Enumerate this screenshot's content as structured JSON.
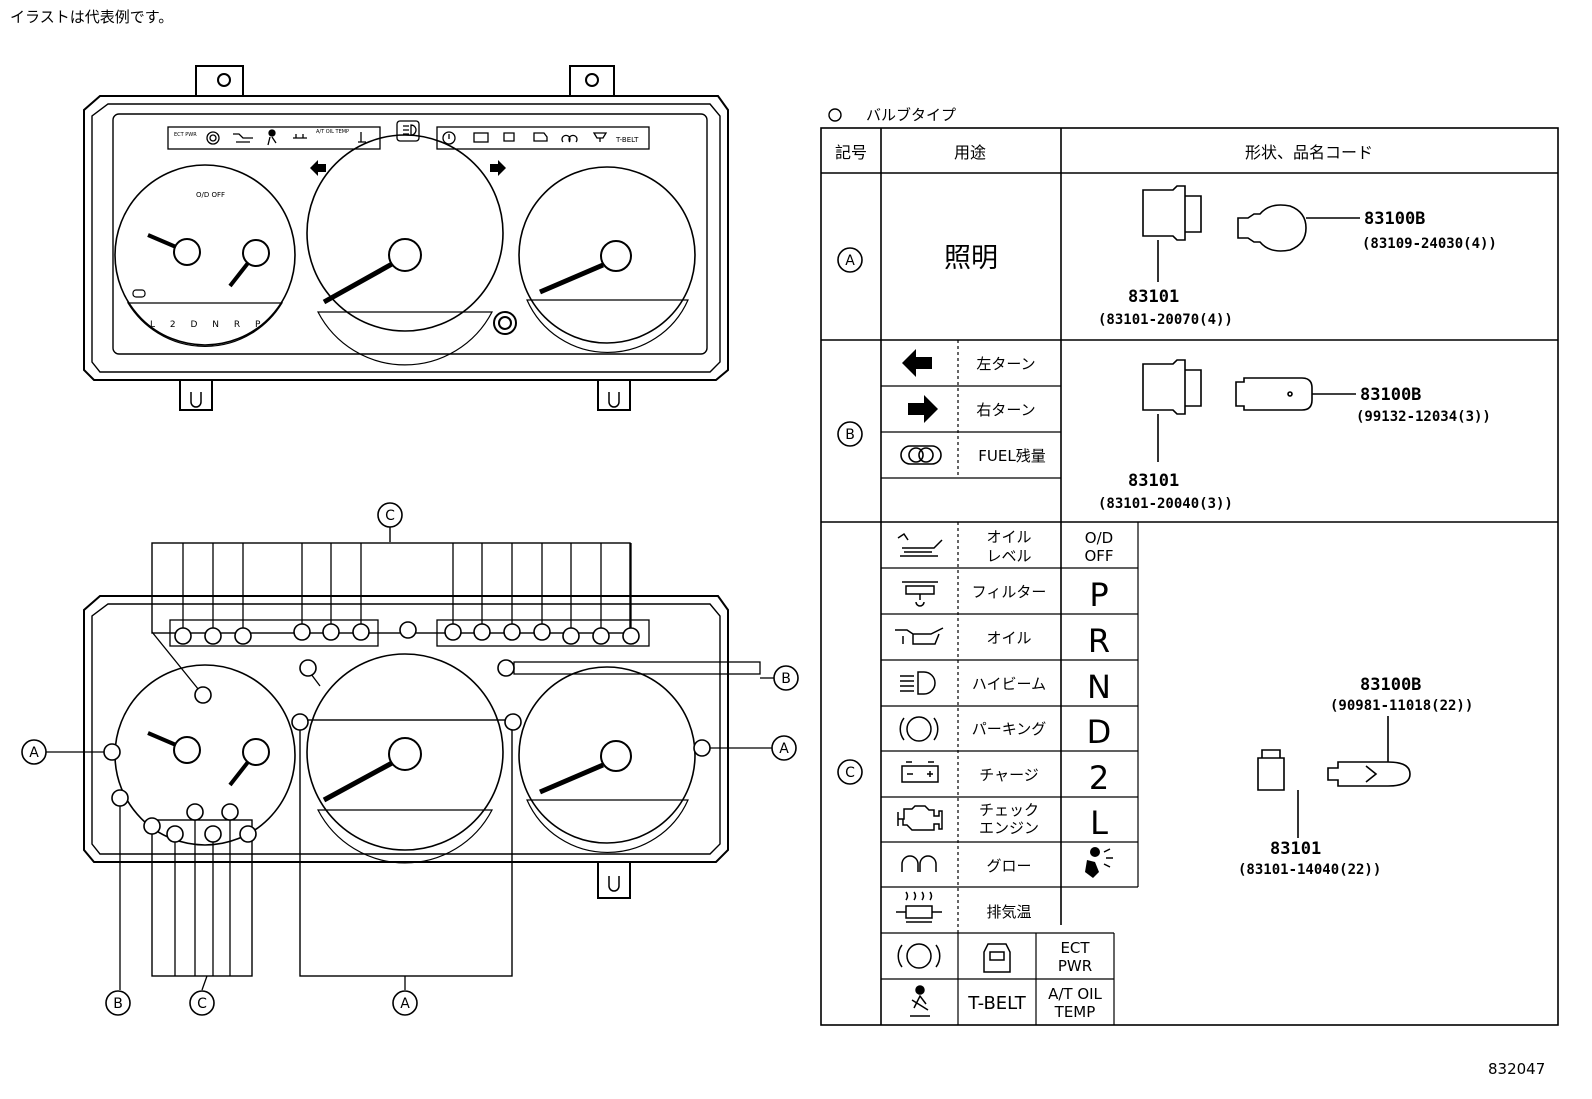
{
  "note": "イラストは代表例です。",
  "figure_number": "832047",
  "cluster": {
    "indicator_strip_left": [
      "ECT PWR",
      "A/T OIL TEMP"
    ],
    "indicator_strip_right": "T-BELT",
    "od_label": "O/D OFF",
    "shift_positions": "L 2 D N R P",
    "callouts": {
      "a": "A",
      "b": "B",
      "c": "C"
    }
  },
  "table": {
    "legend": "バルブタイプ",
    "headers": {
      "symbol": "記号",
      "use": "用途",
      "shape": "形状、品名コード"
    },
    "rows": [
      {
        "symbol": "A",
        "use": "照明",
        "bulb_code": "83100B",
        "bulb_sub": "(83109-24030(4))",
        "socket_code": "83101",
        "socket_sub": "(83101-20070(4))"
      },
      {
        "symbol": "B",
        "uses": [
          "左ターン",
          "右ターン",
          "FUEL残量"
        ],
        "bulb_code": "83100B",
        "bulb_sub": "(99132-12034(3))",
        "socket_code": "83101",
        "socket_sub": "(83101-20040(3))"
      },
      {
        "symbol": "C",
        "uses": [
          {
            "label": "オイル\nレベル",
            "letter": "O/D OFF"
          },
          {
            "label": "フィルター",
            "letter": "P"
          },
          {
            "label": "オイル",
            "letter": "R"
          },
          {
            "label": "ハイビーム",
            "letter": "N"
          },
          {
            "label": "パーキング",
            "letter": "D"
          },
          {
            "label": "チャージ",
            "letter": "2"
          },
          {
            "label": "チェック\nエンジン",
            "letter": "L"
          },
          {
            "label": "グロー",
            "letter": ""
          },
          {
            "label": "排気温",
            "letter": ""
          }
        ],
        "extra": [
          "ECT PWR",
          "T-BELT",
          "A/T OIL TEMP"
        ],
        "bulb_code": "83100B",
        "bulb_sub": "(90981-11018(22))",
        "socket_code": "83101",
        "socket_sub": "(83101-14040(22))"
      }
    ]
  }
}
